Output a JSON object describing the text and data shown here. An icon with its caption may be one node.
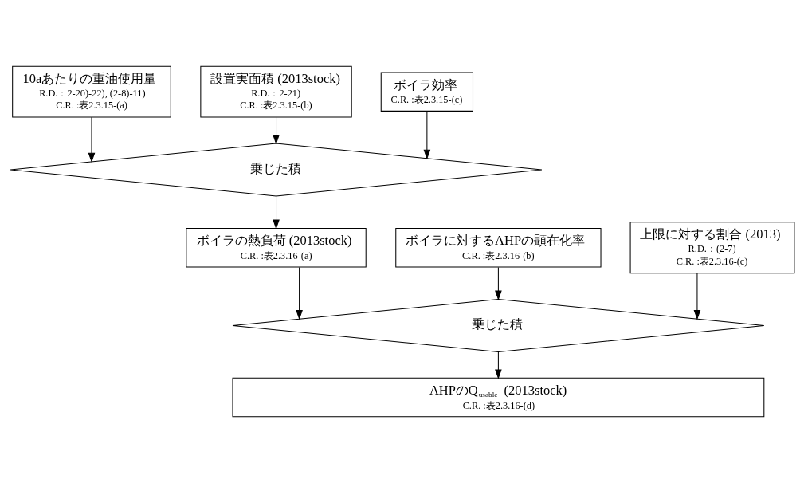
{
  "diagram": {
    "nodes": [
      {
        "text": [
          "10aあたりの重油使用量",
          "R.D.：2-20)-22), (2-8)-11)",
          "C.R. :表2.3.15-(a)"
        ]
      },
      {
        "text": [
          "設置実面積 (2013stock)",
          "R.D.：2-21)",
          "C.R. :表2.3.15-(b)"
        ]
      },
      {
        "text": [
          "ボイラ効率",
          "C.R. :表2.3.15-(c)"
        ]
      },
      {
        "text": [
          "乗じた積"
        ]
      },
      {
        "text": [
          "ボイラの熱負荷 (2013stock)",
          "C.R. :表2.3.16-(a)"
        ]
      },
      {
        "text": [
          "ボイラに対するAHPの顕在化率",
          "C.R. :表2.3.16-(b)"
        ]
      },
      {
        "text": [
          "上限に対する割合 (2013)",
          "R.D.：(2-7)",
          "C.R. :表2.3.16-(c)"
        ]
      },
      {
        "text": [
          "乗じた積"
        ]
      },
      {
        "text": [
          "AHPのQ$_{usable}$ (2013stock)",
          "C.R. :表2.3.16-(d)"
        ]
      }
    ],
    "edges": [
      {
        "from": 0,
        "to": 3,
        "arrow": "to"
      },
      {
        "from": 1,
        "to": 3,
        "arrow": "to"
      },
      {
        "from": 2,
        "to": 3,
        "arrow": "to"
      },
      {
        "from": 3,
        "to": 4,
        "arrow": "to"
      },
      {
        "from": 4,
        "to": 7,
        "arrow": "to"
      },
      {
        "from": 5,
        "to": 7,
        "arrow": "to"
      },
      {
        "from": 6,
        "to": 7,
        "arrow": "to"
      },
      {
        "from": 7,
        "to": 8,
        "arrow": "to"
      }
    ]
  }
}
